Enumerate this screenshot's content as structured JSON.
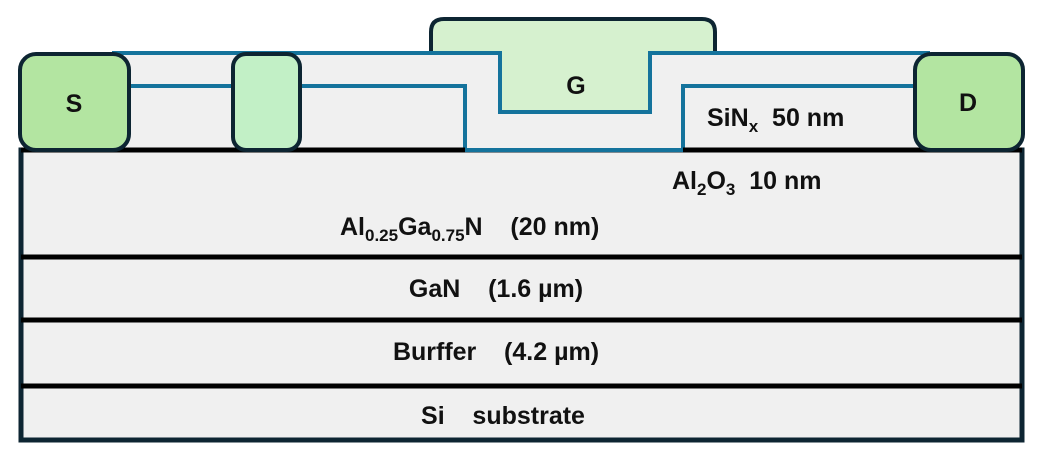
{
  "diagram": {
    "type": "HEMT device cross-section",
    "colors": {
      "layer_fill": "#f0f0f0",
      "outline": "#0d2532",
      "contact_fill": "#b3e5a1",
      "field_plate_fill": "#c2f0c6",
      "gate_fill": "#d6f1cf",
      "passivation_line": "#14739c",
      "layer_line": "#000000"
    },
    "electrodes": {
      "source": "S",
      "gate": "G",
      "drain": "D"
    },
    "labels": {
      "sinx": {
        "base": "SiN",
        "sub": "x",
        "rest": "  50 nm"
      },
      "al2o3": {
        "p1": "Al",
        "s1": "2",
        "p2": "O",
        "s2": "3",
        "rest": "  10 nm"
      },
      "algan": {
        "p1": "Al",
        "s1": "0.25",
        "p2": "Ga",
        "s2": "0.75",
        "p3": "N",
        "rest": "    (20 nm)"
      },
      "gan": "GaN    (1.6 µm)",
      "buffer": "Burffer    (4.2 µm)",
      "substrate": "Si    substrate"
    }
  }
}
